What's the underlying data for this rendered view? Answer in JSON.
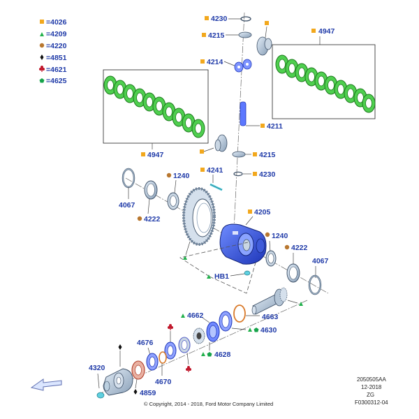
{
  "colors": {
    "label": "#1f3aa8",
    "square": "#f2a81d",
    "triangle": "#22b14c",
    "circle": "#b8772f",
    "diamond": "#111111",
    "club": "#c0162a",
    "pentagon": "#16a34a",
    "part_blue": "#2f4fd8",
    "part_steel": "#a8bccf",
    "clutch_green": "#3fbf3f",
    "bearing_cyan": "#5fd0e0"
  },
  "legend": [
    {
      "symbol": "square-icon",
      "text": "=4026"
    },
    {
      "symbol": "triangle-icon",
      "text": "=4209"
    },
    {
      "symbol": "circle-icon",
      "text": "=4220"
    },
    {
      "symbol": "diamond-icon",
      "text": "=4851"
    },
    {
      "symbol": "club-icon",
      "text": "=4621"
    },
    {
      "symbol": "pentagon-icon",
      "text": "=4625"
    }
  ],
  "callouts": {
    "c4230a": "4230",
    "c4215a": "4215",
    "c4947a": "4947",
    "c4214": "4214",
    "c4211": "4211",
    "c4947b": "4947",
    "c4215b": "4215",
    "c4241": "4241",
    "c4230b": "4230",
    "c1240a": "1240",
    "c4067a": "4067",
    "c4222a": "4222",
    "c4205": "4205",
    "c1240b": "1240",
    "c4222b": "4222",
    "c4067b": "4067",
    "cHB1": "HB1",
    "c4662": "4662",
    "c4663": "4663",
    "c4630": "4630",
    "c4676": "4676",
    "c4628": "4628",
    "c4320": "4320",
    "c4859": "4859",
    "c4670": "4670"
  },
  "meta": {
    "code": "2050505AA",
    "date": "12-2018",
    "zg": "ZG",
    "ref": "F0300312-04"
  },
  "copyright": "© Copyright, 2014 - 2018, Ford Motor Company Limited"
}
